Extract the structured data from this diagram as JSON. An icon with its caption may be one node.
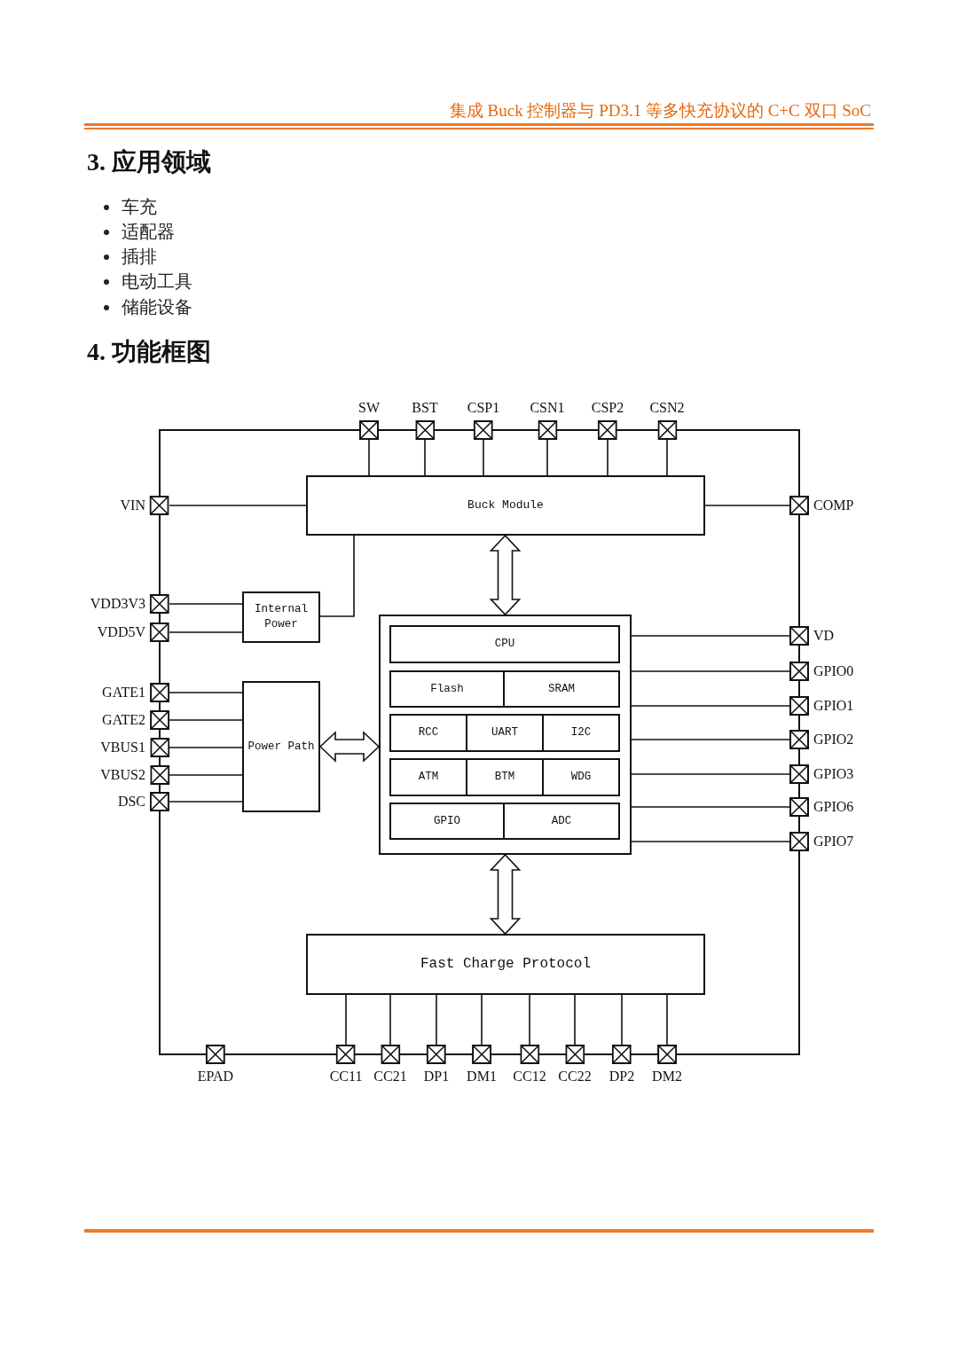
{
  "diagram": {
    "title": "4. 功能框图",
    "nodes": [
      {
        "text": [],
        "shape": "box"
      },
      {
        "text": [
          "Buck Module"
        ],
        "in": 0
      },
      {
        "text": [
          "Internal Power"
        ],
        "in": 0
      },
      {
        "text": [
          "Power Path"
        ],
        "in": 0
      },
      {
        "text": [],
        "shape": "box",
        "in": 0
      },
      {
        "text": [
          "CPU"
        ],
        "in": 4
      },
      {
        "text": [
          "Flash"
        ],
        "in": 4
      },
      {
        "text": [
          "SRAM"
        ],
        "in": 4
      },
      {
        "text": [
          "RCC"
        ],
        "in": 4
      },
      {
        "text": [
          "UART"
        ],
        "in": 4
      },
      {
        "text": [
          "I2C"
        ],
        "in": 4
      },
      {
        "text": [
          "ATM"
        ],
        "in": 4
      },
      {
        "text": [
          "BTM"
        ],
        "in": 4
      },
      {
        "text": [
          "WDG"
        ],
        "in": 4
      },
      {
        "text": [
          "GPIO"
        ],
        "in": 4
      },
      {
        "text": [
          "ADC"
        ],
        "in": 4
      },
      {
        "text": [
          "Fast Charge Protocol"
        ],
        "in": 0
      },
      {
        "text": [
          "SW"
        ]
      },
      {
        "text": [
          "BST"
        ]
      },
      {
        "text": [
          "CSP1"
        ]
      },
      {
        "text": [
          "CSN1"
        ]
      },
      {
        "text": [
          "CSP2"
        ]
      },
      {
        "text": [
          "CSN2"
        ]
      },
      {
        "text": [
          "VIN"
        ]
      },
      {
        "text": [
          "VDD3V3"
        ]
      },
      {
        "text": [
          "VDD5V"
        ]
      },
      {
        "text": [
          "GATE1"
        ]
      },
      {
        "text": [
          "GATE2"
        ]
      },
      {
        "text": [
          "VBUS1"
        ]
      },
      {
        "text": [
          "VBUS2"
        ]
      },
      {
        "text": [
          "DSC"
        ]
      },
      {
        "text": [
          "COMP"
        ]
      },
      {
        "text": [
          "VD"
        ]
      },
      {
        "text": [
          "GPIO0"
        ]
      },
      {
        "text": [
          "GPIO1"
        ]
      },
      {
        "text": [
          "GPIO2"
        ]
      },
      {
        "text": [
          "GPIO3"
        ]
      },
      {
        "text": [
          "GPIO6"
        ]
      },
      {
        "text": [
          "GPIO7"
        ]
      },
      {
        "text": [
          "EPAD"
        ]
      },
      {
        "text": [
          "CC11"
        ]
      },
      {
        "text": [
          "CC21"
        ]
      },
      {
        "text": [
          "DP1"
        ]
      },
      {
        "text": [
          "DM1"
        ]
      },
      {
        "text": [
          "CC12"
        ]
      },
      {
        "text": [
          "CC22"
        ]
      },
      {
        "text": [
          "DP2"
        ]
      },
      {
        "text": [
          "DM2"
        ]
      }
    ],
    "edges": [
      {
        "from": 17,
        "to": 1,
        "arrow": "none"
      },
      {
        "from": 18,
        "to": 1,
        "arrow": "none"
      },
      {
        "from": 19,
        "to": 1,
        "arrow": "none"
      },
      {
        "from": 20,
        "to": 1,
        "arrow": "none"
      },
      {
        "from": 21,
        "to": 1,
        "arrow": "none"
      },
      {
        "from": 22,
        "to": 1,
        "arrow": "none"
      },
      {
        "from": 23,
        "to": 1,
        "arrow": "none"
      },
      {
        "from": 31,
        "to": 1,
        "arrow": "none"
      },
      {
        "from": 24,
        "to": 2,
        "arrow": "none"
      },
      {
        "from": 25,
        "to": 2,
        "arrow": "none"
      },
      {
        "from": 2,
        "to": 1,
        "arrow": "none"
      },
      {
        "from": 26,
        "to": 3,
        "arrow": "none"
      },
      {
        "from": 27,
        "to": 3,
        "arrow": "none"
      },
      {
        "from": 28,
        "to": 3,
        "arrow": "none"
      },
      {
        "from": 29,
        "to": 3,
        "arrow": "none"
      },
      {
        "from": 30,
        "to": 3,
        "arrow": "none"
      },
      {
        "from": 3,
        "to": 4,
        "arrow": "both",
        "style": "thick"
      },
      {
        "from": 1,
        "to": 4,
        "arrow": "both",
        "style": "thick"
      },
      {
        "from": 4,
        "to": 16,
        "arrow": "both",
        "style": "thick"
      },
      {
        "from": 4,
        "to": 32,
        "arrow": "none"
      },
      {
        "from": 4,
        "to": 33,
        "arrow": "none"
      },
      {
        "from": 4,
        "to": 34,
        "arrow": "none"
      },
      {
        "from": 4,
        "to": 35,
        "arrow": "none"
      },
      {
        "from": 4,
        "to": 36,
        "arrow": "none"
      },
      {
        "from": 4,
        "to": 37,
        "arrow": "none"
      },
      {
        "from": 4,
        "to": 38,
        "arrow": "none"
      },
      {
        "from": 16,
        "to": 40,
        "arrow": "none"
      },
      {
        "from": 16,
        "to": 41,
        "arrow": "none"
      },
      {
        "from": 16,
        "to": 42,
        "arrow": "none"
      },
      {
        "from": 16,
        "to": 43,
        "arrow": "none"
      },
      {
        "from": 16,
        "to": 44,
        "arrow": "none"
      },
      {
        "from": 16,
        "to": 45,
        "arrow": "none"
      },
      {
        "from": 16,
        "to": 46,
        "arrow": "none"
      },
      {
        "from": 16,
        "to": 47,
        "arrow": "none"
      }
    ],
    "labels": [
      "集成 Buck 控制器与 PD3.1 等多快充协议的 C+C 双口 SoC",
      "3. 应用领域",
      "车充",
      "适配器",
      "插排",
      "电动工具",
      "储能设备"
    ]
  }
}
